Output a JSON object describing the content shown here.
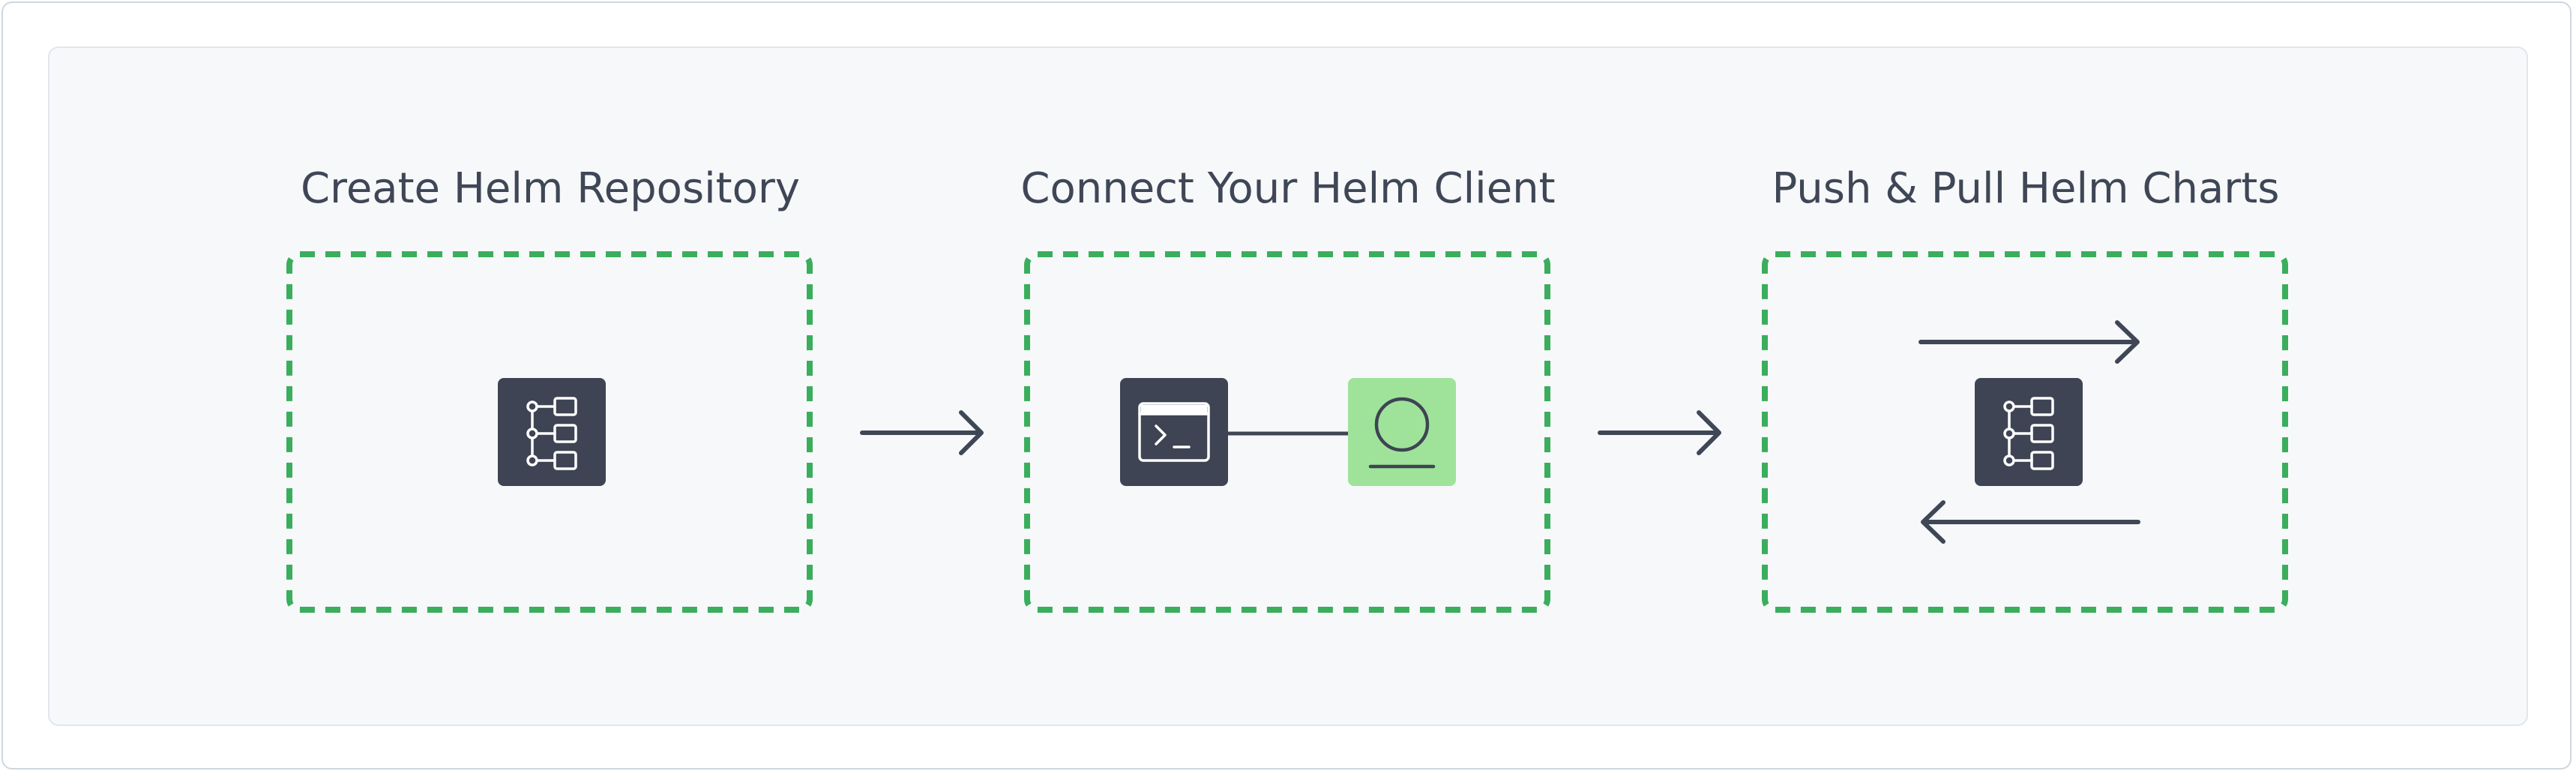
{
  "steps": [
    {
      "title": "Create Helm Repository"
    },
    {
      "title": "Connect Your Helm Client"
    },
    {
      "title": "Push & Pull Helm Charts"
    }
  ],
  "icons": {
    "step1": "repository-tree-icon",
    "step2_terminal": "terminal-icon",
    "step2_user": "user-icon",
    "step3": "repository-tree-icon"
  },
  "colors": {
    "dashed_border": "#3aae5c",
    "dark_tile": "#3e4453",
    "green_tile": "#9fe39a",
    "arrow": "#3f4756",
    "text": "#3f4756"
  }
}
